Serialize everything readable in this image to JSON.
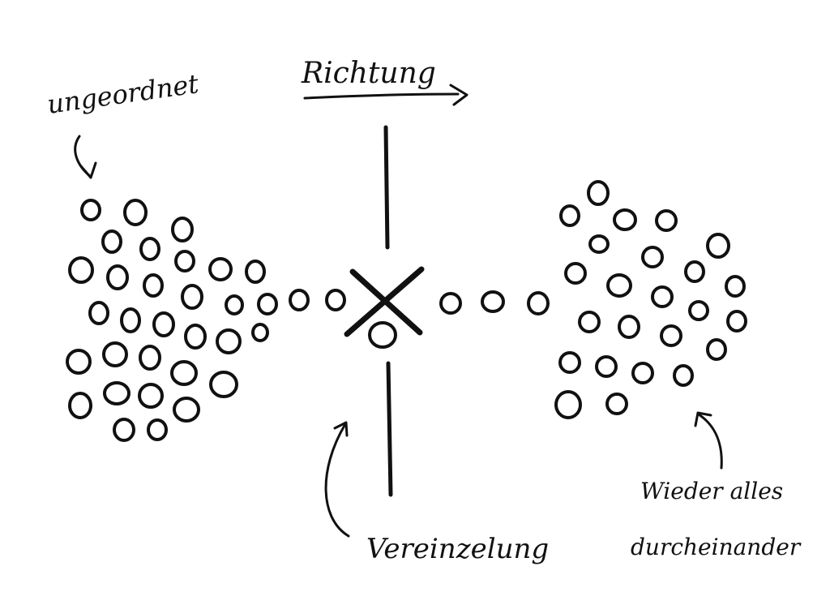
{
  "diagram": {
    "direction_label": "Richtung",
    "left_label": "ungeordnet",
    "barrier_label": "Vereinzelung",
    "right_label_line1": "Wieder alles",
    "right_label_line2": "durcheinander",
    "ink_color": "#111111",
    "background_color": "#ffffff"
  }
}
